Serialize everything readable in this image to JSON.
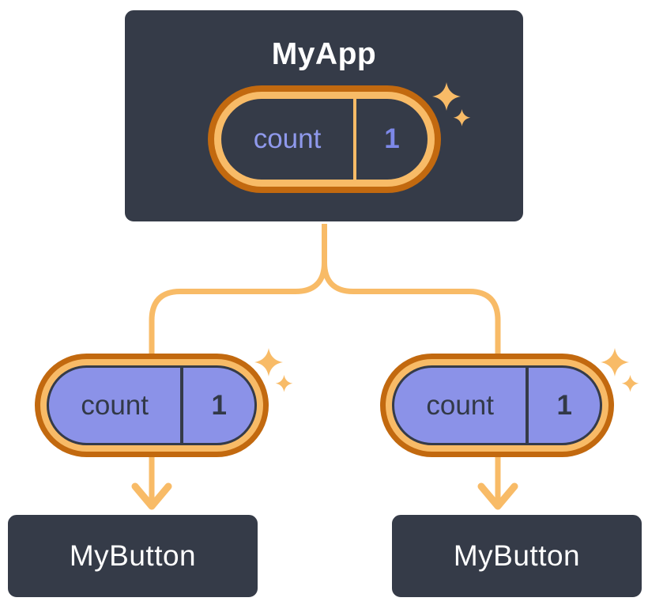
{
  "tree": {
    "root": {
      "title": "MyApp",
      "state": {
        "label": "count",
        "value": "1"
      }
    },
    "children": [
      {
        "title": "MyButton",
        "prop": {
          "label": "count",
          "value": "1"
        }
      },
      {
        "title": "MyButton",
        "prop": {
          "label": "count",
          "value": "1"
        }
      }
    ]
  },
  "icons": {
    "sparkle": "sparkle-icon",
    "arrow": "arrow-down-icon"
  },
  "colors": {
    "background": "#ffffff",
    "card_fill": "#353b48",
    "card_border": "#ffffff",
    "orange_dark": "#c2690f",
    "orange_light": "#f8bb67",
    "purple_fill": "#8b92e8",
    "purple_text_light": "#8f99ec",
    "purple_text_value": "#7d88e8",
    "dark_text": "#323947",
    "title_text": "#ffffff"
  }
}
